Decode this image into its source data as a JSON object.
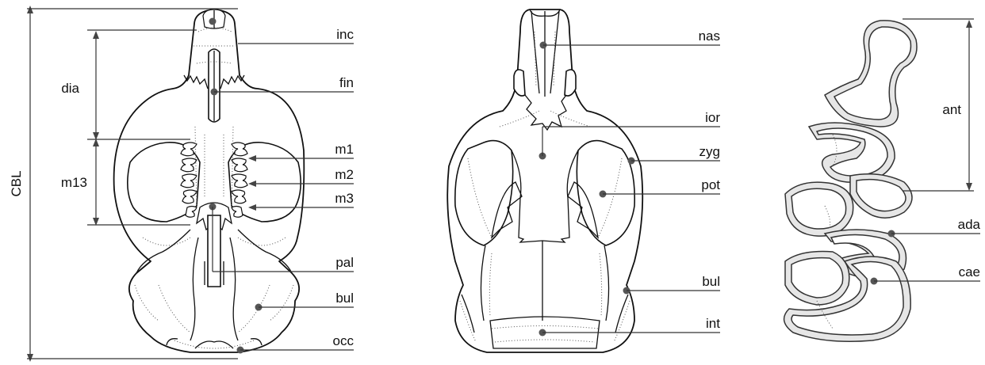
{
  "figure": {
    "dimensions": {
      "cbl": "CBL",
      "dia": "dia",
      "m13": "m13",
      "ant": "ant"
    },
    "ventral_view": {
      "labels": [
        "inc",
        "fin",
        "m1",
        "m2",
        "m3",
        "pal",
        "bul",
        "occ"
      ]
    },
    "dorsal_view": {
      "labels": [
        "nas",
        "ior",
        "zyg",
        "pot",
        "bul",
        "int"
      ]
    },
    "molar_view": {
      "labels": [
        "ada",
        "cae"
      ]
    }
  }
}
